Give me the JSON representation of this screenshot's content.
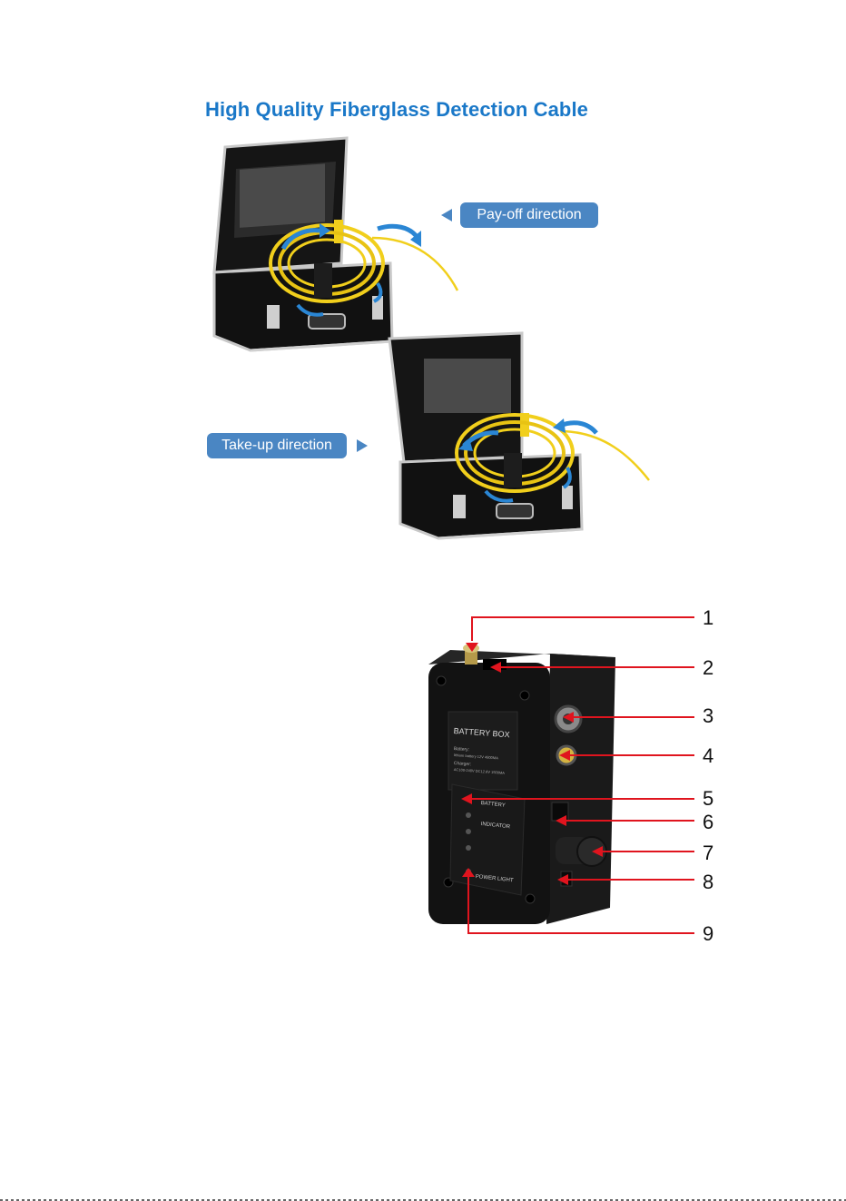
{
  "title": "High Quality Fiberglass Detection Cable",
  "labels": {
    "payoff": "Pay-off direction",
    "takeup": "Take-up direction"
  },
  "battery_box": {
    "heading": "BATTERY BOX",
    "battery_line": "Battery:",
    "battery_spec": "lithium battery 12V 4800MA",
    "charger_line": "Charger:",
    "charger_spec": "AC100-240V DC12.6V 1500MA",
    "indicator_1": "BATTERY",
    "indicator_2": "INDICATOR",
    "power_light": "POWER LIGHT"
  },
  "callouts": [
    "1",
    "2",
    "3",
    "4",
    "5",
    "6",
    "7",
    "8",
    "9"
  ],
  "colors": {
    "title": "#1a78c8",
    "pill": "#4a86c3",
    "callout_line": "#e0141e",
    "cable": "#f1cf1c",
    "arrow": "#2a86d4"
  }
}
